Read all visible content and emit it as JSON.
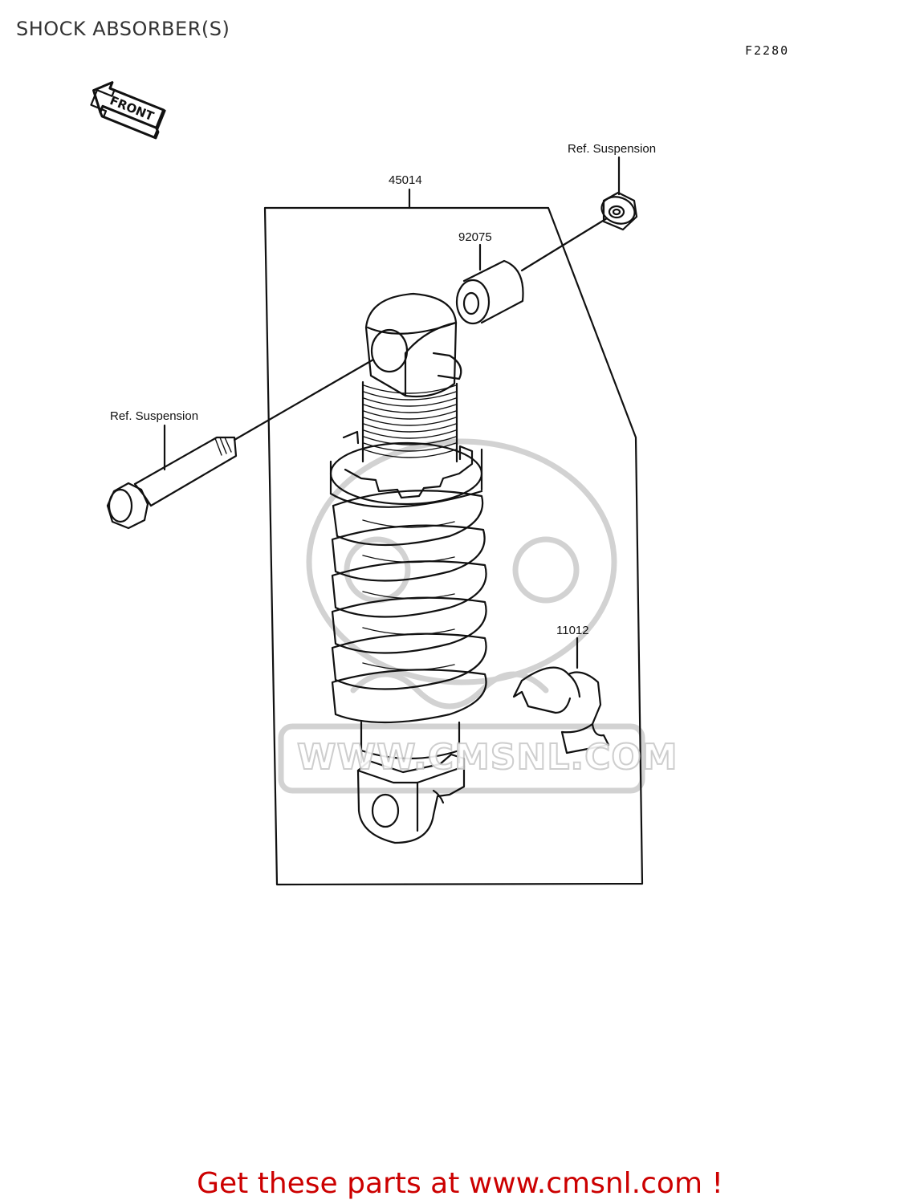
{
  "page": {
    "title": "SHOCK ABSORBER(S)",
    "figure_code": "F2280",
    "front_label": "FRONT",
    "watermark": "WWW.CMSNL.COM",
    "footer_cta": "Get these parts at www.cmsnl.com !"
  },
  "callouts": {
    "ref_suspension_top": "Ref. Suspension",
    "ref_suspension_left": "Ref. Suspension",
    "shock_assembly": "45014",
    "collar": "92075",
    "clamp": "11012"
  },
  "colors": {
    "line": "#111111",
    "cta_text": "#cc0000",
    "watermark": "#c9c9c9"
  }
}
